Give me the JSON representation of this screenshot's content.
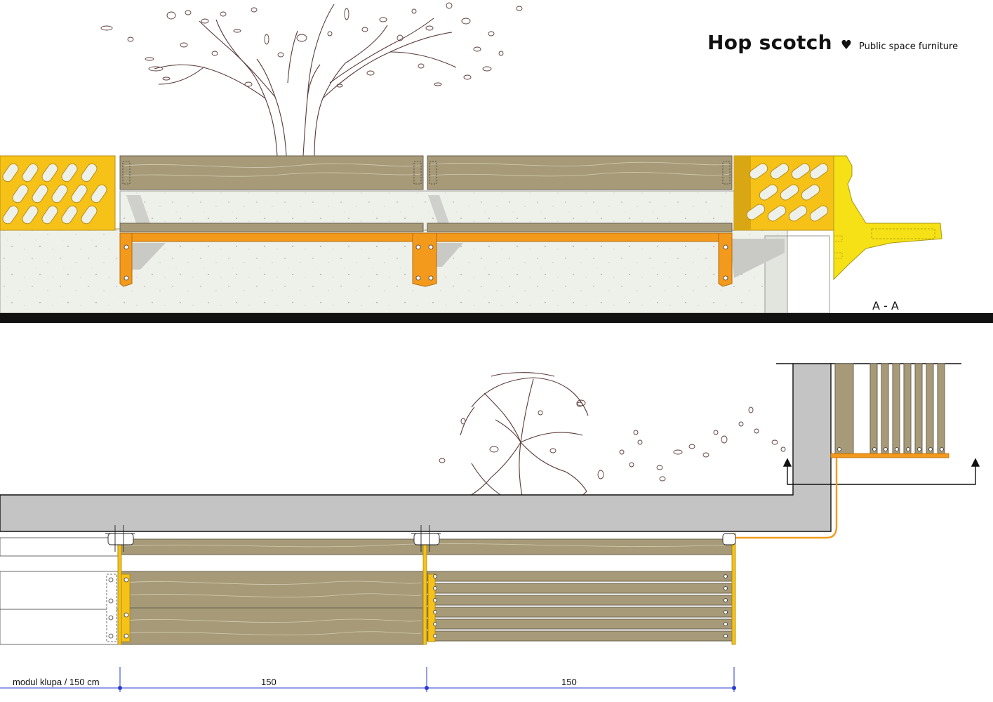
{
  "title": {
    "main": "Hop scotch",
    "heart_symbol": "♥",
    "subtitle": "Public space furniture"
  },
  "section_marker": "A - A",
  "dimensions": {
    "module_label": "modul klupa / 150 cm",
    "span_1": "150",
    "span_2": "150"
  },
  "colors": {
    "accent_yellow": "#f6c218",
    "bracket_orange": "#f39a1c",
    "wood": "#a69a78",
    "concrete": "#eef0ea",
    "wall_grey": "#c4c4c4",
    "tree_line": "#5a3a3a",
    "dimension_blue": "#2a3ad0"
  }
}
